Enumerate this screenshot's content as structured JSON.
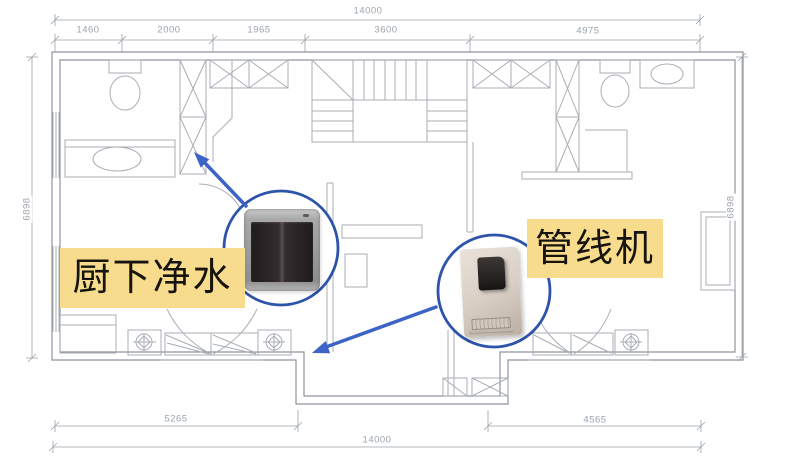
{
  "title": "apartment-floor-plan-with-water-system-callouts",
  "annotations": {
    "kitchen_purifier_label": "厨下净水",
    "pipeline_machine_label": "管线机"
  },
  "products": [
    {
      "name": "under-sink-water-purifier"
    },
    {
      "name": "wall-mounted-pipeline-water-dispenser"
    }
  ],
  "dimensions": {
    "top_total": "14000",
    "top_segments": [
      "1460",
      "2000",
      "1965",
      "3600",
      "4975"
    ],
    "left_height": "6898",
    "right_height": "6898",
    "bottom_left": "5265",
    "bottom_right": "4565",
    "bottom_total": "14000"
  },
  "colors": {
    "highlight_yellow": "#F7DC8E",
    "arrow_blue": "#3C63C5",
    "circle_blue": "#2D53AA",
    "plan_line_gray": "#A9AEB4"
  }
}
